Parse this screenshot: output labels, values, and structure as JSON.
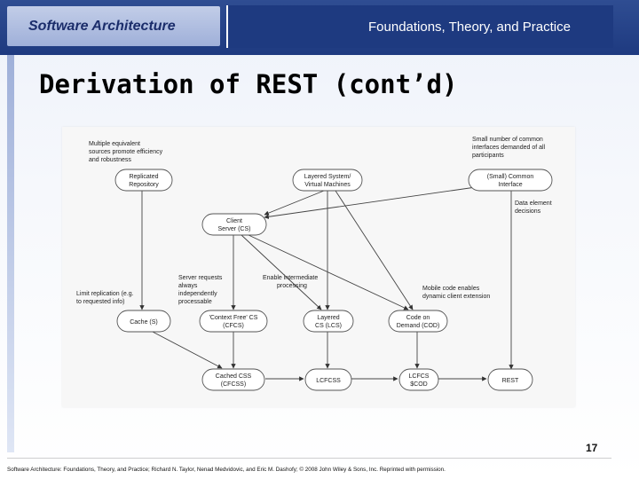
{
  "header": {
    "left_title": "Software Architecture",
    "right_title": "Foundations, Theory, and Practice"
  },
  "slide": {
    "title": "Derivation of REST (cont’d)",
    "page_number": "17"
  },
  "footer": {
    "text": "Software Architecture: Foundations, Theory, and Practice; Richard N. Taylor, Nenad Medvidovic, and Eric M. Dashofy; © 2008 John Wiley & Sons, Inc. Reprinted with permission."
  },
  "diagram": {
    "nodes": {
      "replicated": [
        "Replicated",
        "Repository"
      ],
      "layered": [
        "Layered System/",
        "Virtual Machines"
      ],
      "common": [
        "(Small) Common",
        "Interface"
      ],
      "client_server": [
        "Client",
        "Server (CS)"
      ],
      "cache": [
        "Cache (S)"
      ],
      "cfcs": [
        "'Context Free' CS",
        "(CFCS)"
      ],
      "lcs": [
        "Layered",
        "CS (LCS)"
      ],
      "cod": [
        "Code on",
        "Demand (COD)"
      ],
      "ccss": [
        "Cached CSS",
        "(CFCSS)"
      ],
      "lcfcss": [
        "LCFCSS"
      ],
      "lcfcs_cod": [
        "LCFCS",
        "$COD"
      ],
      "rest": [
        "REST"
      ]
    },
    "annotations": {
      "equivalent_sources": [
        "Multiple equivalent",
        "sources promote efficiency",
        "and robustness"
      ],
      "common_interfaces": [
        "Small number of common",
        "interfaces demanded of all",
        "participants"
      ],
      "data_element": [
        "Data element",
        "decisions"
      ],
      "server_requests": [
        "Server requests",
        "always",
        "independently",
        "processable"
      ],
      "intermediate": [
        "Enable intermediate",
        "processing"
      ],
      "mobile_code": [
        "Mobile code enables",
        "dynamic client extension"
      ],
      "limit_replication": [
        "Limit replication (e.g.",
        "to requested info)"
      ]
    }
  }
}
